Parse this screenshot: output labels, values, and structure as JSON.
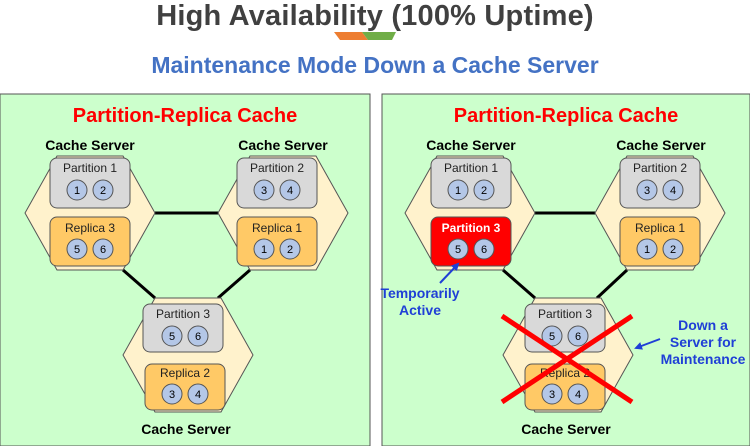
{
  "header": {
    "title": "High Availability (100% Uptime)",
    "subtitle": "Maintenance Mode Down a Cache Server"
  },
  "colors": {
    "panel_bg": "#ccffcc",
    "hex_fill": "#fff2cc",
    "partition_box": "#d9d9d9",
    "replica_box": "#ffc966",
    "active_box": "#ff0000",
    "title_red": "#ff0000",
    "annotation_blue": "#1f3fd6",
    "subtitle_blue": "#4472c4"
  },
  "left_panel": {
    "title": "Partition-Replica Cache",
    "servers": [
      {
        "label": "Cache Server",
        "top_box": {
          "label": "Partition 1",
          "nums": [
            "1",
            "2"
          ]
        },
        "bottom_box": {
          "label": "Replica 3",
          "nums": [
            "5",
            "6"
          ]
        }
      },
      {
        "label": "Cache Server",
        "top_box": {
          "label": "Partition 2",
          "nums": [
            "3",
            "4"
          ]
        },
        "bottom_box": {
          "label": "Replica 1",
          "nums": [
            "1",
            "2"
          ]
        }
      },
      {
        "label": "Cache Server",
        "top_box": {
          "label": "Partition 3",
          "nums": [
            "5",
            "6"
          ]
        },
        "bottom_box": {
          "label": "Replica 2",
          "nums": [
            "3",
            "4"
          ]
        }
      }
    ]
  },
  "right_panel": {
    "title": "Partition-Replica Cache",
    "servers": [
      {
        "label": "Cache Server",
        "top_box": {
          "label": "Partition 1",
          "nums": [
            "1",
            "2"
          ]
        },
        "bottom_box": {
          "label": "Partition 3",
          "nums": [
            "5",
            "6"
          ]
        }
      },
      {
        "label": "Cache Server",
        "top_box": {
          "label": "Partition 2",
          "nums": [
            "3",
            "4"
          ]
        },
        "bottom_box": {
          "label": "Replica 1",
          "nums": [
            "1",
            "2"
          ]
        }
      },
      {
        "label": "Cache Server",
        "top_box": {
          "label": "Partition 3",
          "nums": [
            "5",
            "6"
          ]
        },
        "bottom_box": {
          "label": "Replica 2",
          "nums": [
            "3",
            "4"
          ]
        }
      }
    ],
    "annotations": {
      "temp_line1": "Temporarily",
      "temp_line2": "Active",
      "down_line1": "Down a",
      "down_line2": "Server for",
      "down_line3": "Maintenance"
    }
  }
}
